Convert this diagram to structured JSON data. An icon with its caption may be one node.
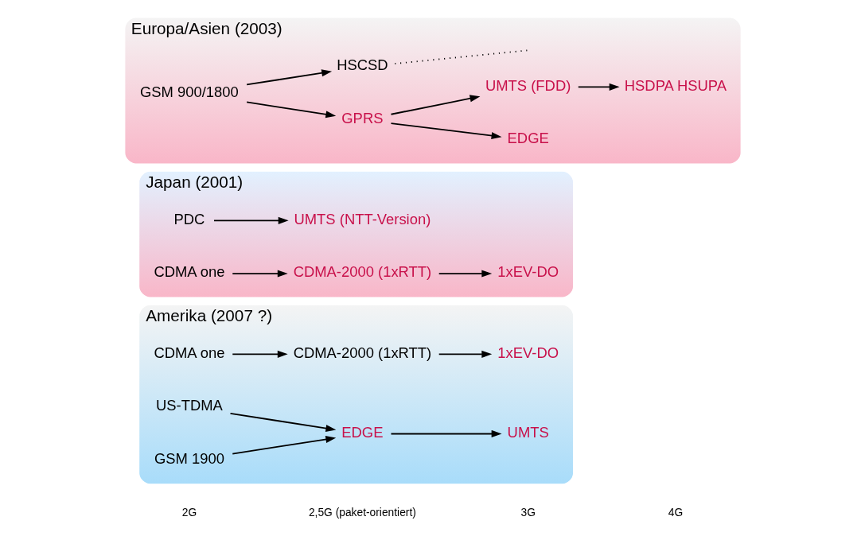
{
  "diagram": {
    "nodes": [
      {
        "text": [
          "Europa/Asien (2003)"
        ]
      },
      {
        "text": [
          "GSM 900/1800"
        ],
        "in": 0
      },
      {
        "text": [
          "GPRS"
        ],
        "in": 0
      },
      {
        "text": [
          "HSCSD"
        ],
        "in": 0
      },
      {
        "text": [
          "EDGE"
        ],
        "in": 0
      },
      {
        "text": [
          "UMTS (FDD)"
        ],
        "in": 0
      },
      {
        "text": [
          "HSDPA HSUPA"
        ],
        "in": 0
      },
      {
        "text": [
          "Japan (2001)"
        ]
      },
      {
        "text": [
          "PDC"
        ],
        "in": 7
      },
      {
        "text": [
          "CDMA one"
        ],
        "in": 7
      },
      {
        "text": [
          "CDMA-2000 (1xRTT)"
        ],
        "in": 7
      },
      {
        "text": [
          "UMTS (NTT-Version)"
        ],
        "in": 7
      },
      {
        "text": [
          "1xEV-DO"
        ],
        "in": 7
      },
      {
        "text": [
          "Amerika (2007 ?)"
        ]
      },
      {
        "text": [
          "CDMA one"
        ],
        "in": 13
      },
      {
        "text": [
          "CDMA-2000 (1xRTT)"
        ],
        "in": 13
      },
      {
        "text": [
          "1xEV-DO"
        ],
        "in": 13
      },
      {
        "text": [
          "US-TDMA"
        ],
        "in": 13
      },
      {
        "text": [
          "GSM 1900"
        ],
        "in": 13
      },
      {
        "text": [
          "EDGE"
        ],
        "in": 13
      },
      {
        "text": [
          "UMTS"
        ],
        "in": 13
      }
    ],
    "edges": [
      {
        "from": 1,
        "to": 2,
        "arrow": "to"
      },
      {
        "from": 1,
        "to": 3,
        "arrow": "to"
      },
      {
        "from": 2,
        "to": 5,
        "arrow": "to"
      },
      {
        "from": 2,
        "to": 4,
        "arrow": "to"
      },
      {
        "from": 5,
        "to": 6,
        "arrow": "to"
      },
      {
        "from": 3,
        "to": null,
        "arrow": "none",
        "style": "dashed"
      },
      {
        "from": 8,
        "to": 11,
        "arrow": "to"
      },
      {
        "from": 9,
        "to": 10,
        "arrow": "to"
      },
      {
        "from": 10,
        "to": 12,
        "arrow": "to"
      },
      {
        "from": 14,
        "to": 15,
        "arrow": "to"
      },
      {
        "from": 15,
        "to": 16,
        "arrow": "to"
      },
      {
        "from": 17,
        "to": 19,
        "arrow": "to"
      },
      {
        "from": 18,
        "to": 19,
        "arrow": "to"
      },
      {
        "from": 19,
        "to": 20,
        "arrow": "to"
      }
    ],
    "labels": [
      "2G",
      "2,5G (paket-orientiert)",
      "3G",
      "4G"
    ]
  }
}
